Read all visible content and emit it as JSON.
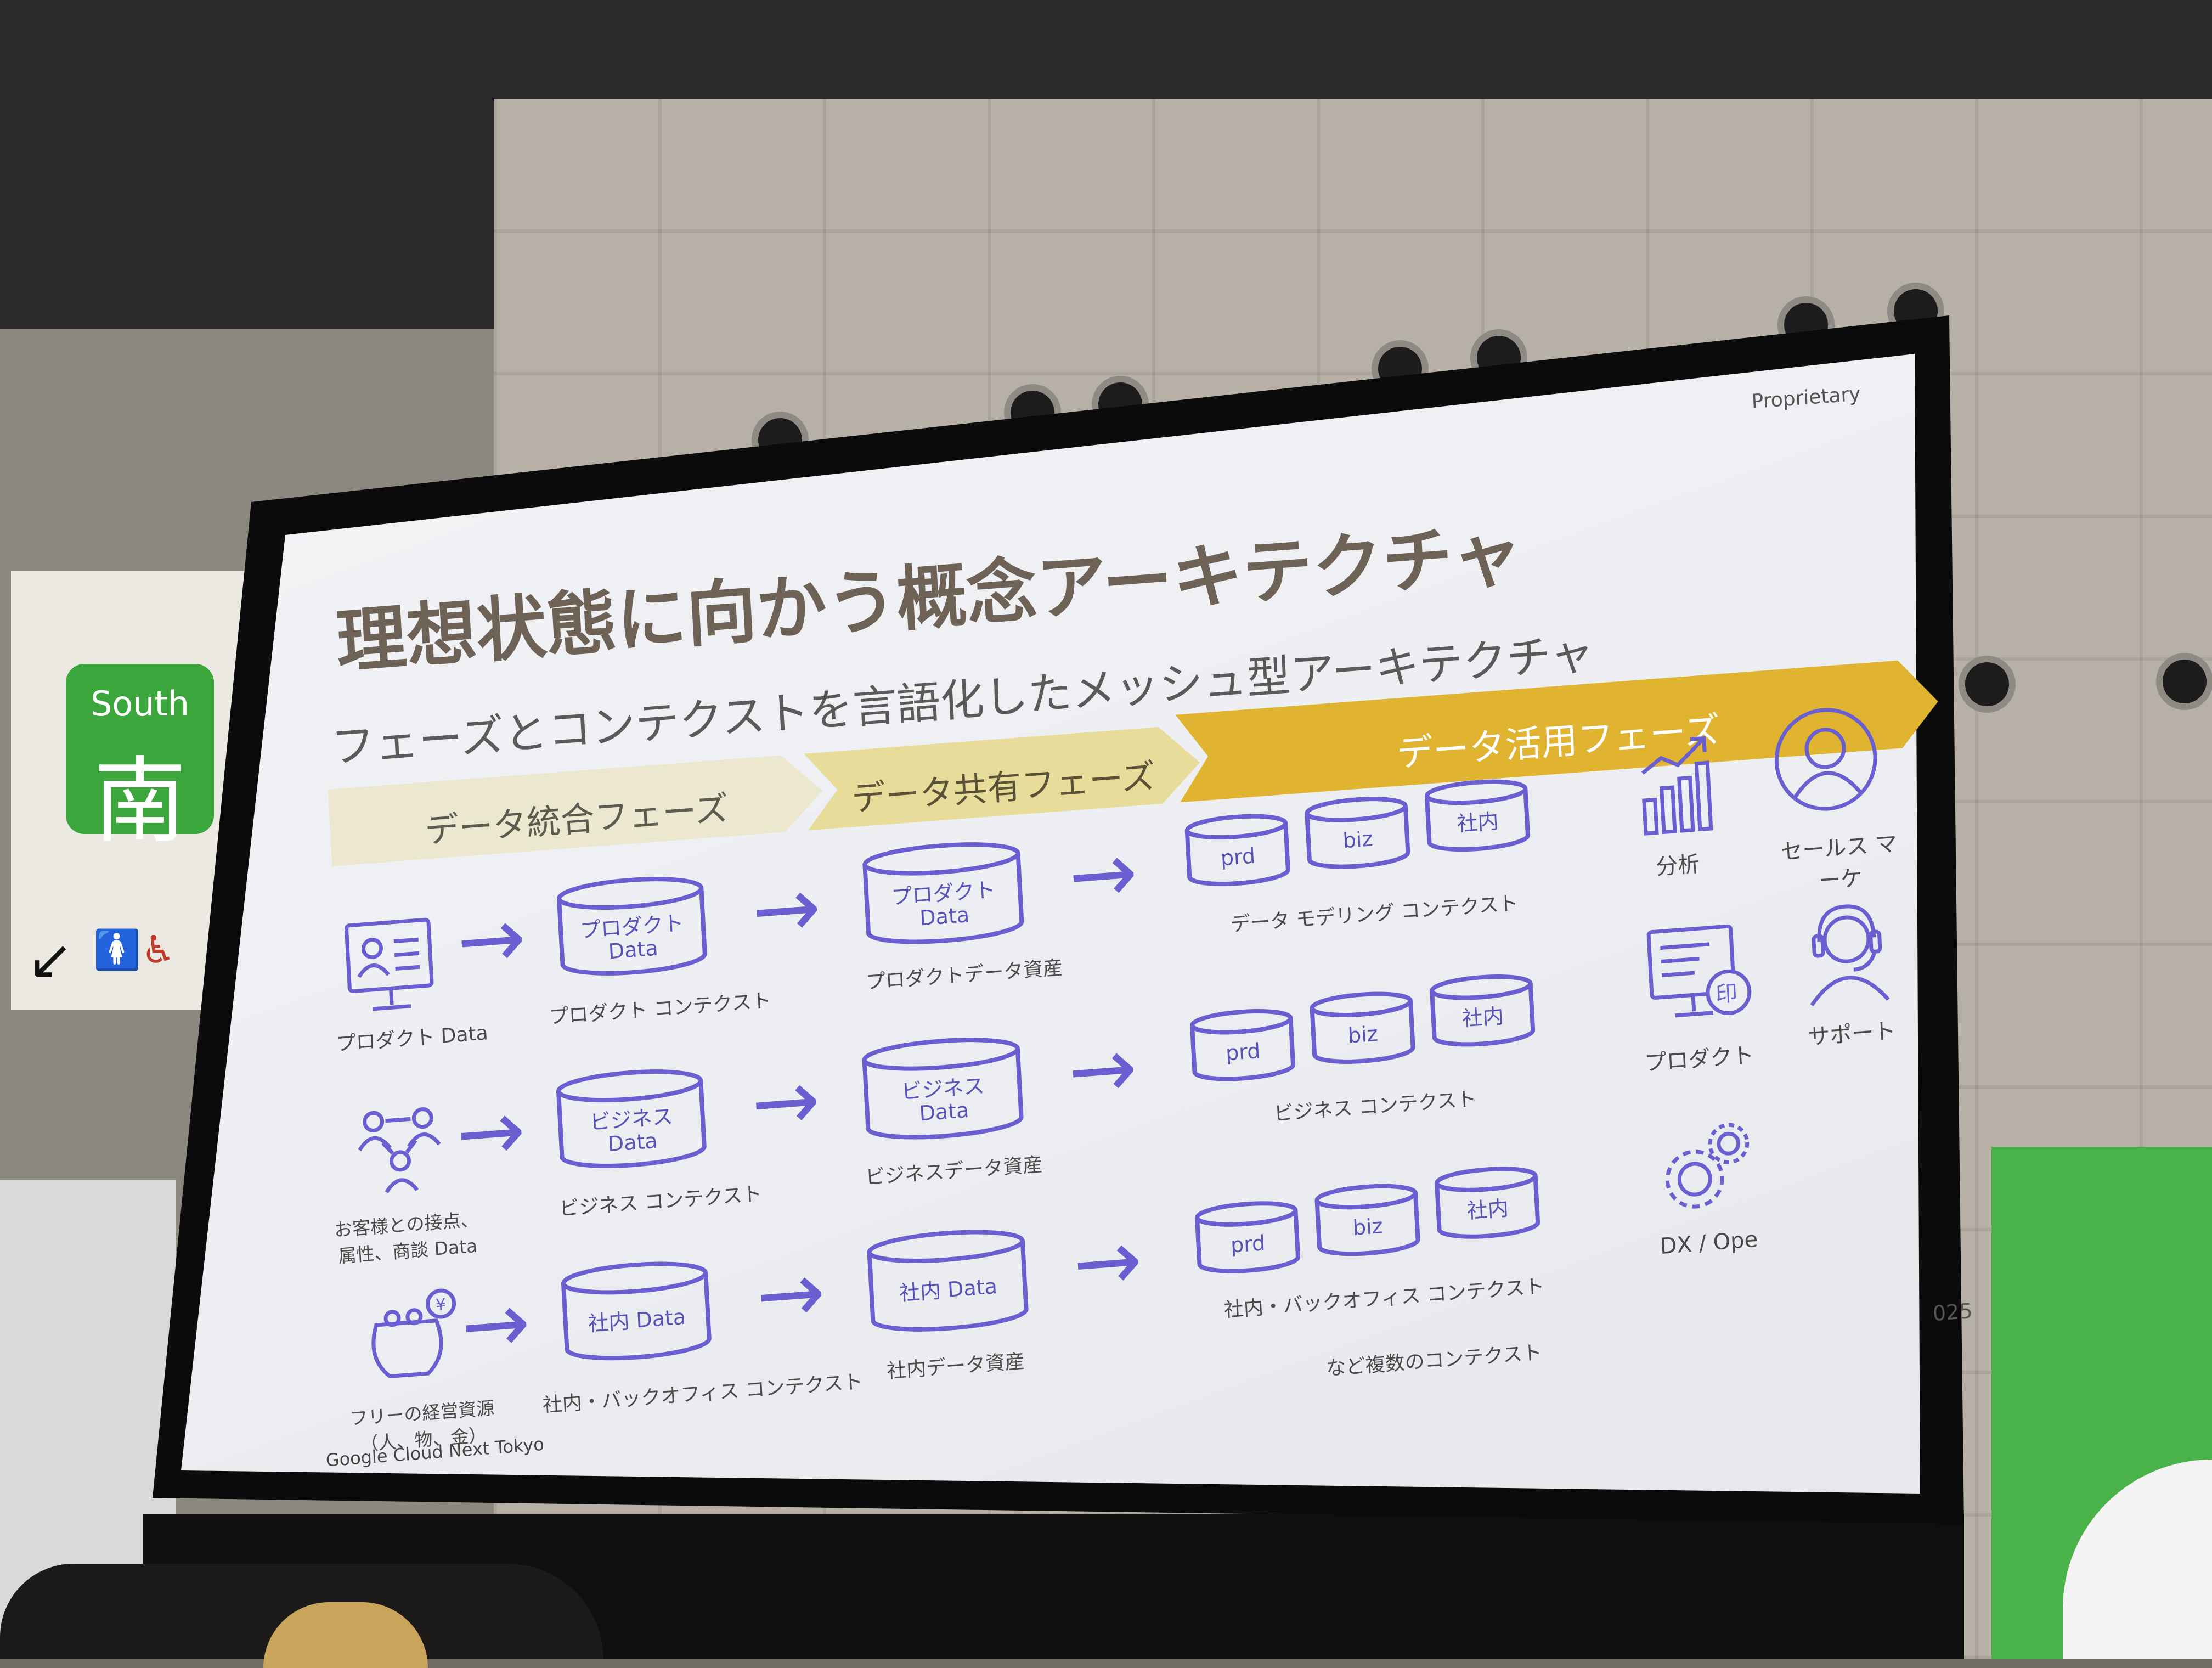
{
  "venue": {
    "sign_en": "South",
    "sign_ja": "南",
    "exit_arrow": "↙",
    "restroom_icons": "🚺♿"
  },
  "slide": {
    "proprietary": "Proprietary",
    "title": "理想状態に向かう概念アーキテクチャ",
    "subtitle": "フェーズとコンテクストを言語化したメッシュ型アーキテクチャ",
    "phases": [
      "データ統合フェーズ",
      "データ共有フェーズ",
      "データ活用フェーズ"
    ],
    "rows": [
      {
        "source_caption": "プロダクト Data",
        "context_db": [
          "プロダクト",
          "Data"
        ],
        "context_caption": "プロダクト コンテクスト",
        "asset_db": [
          "プロダクト",
          "Data"
        ],
        "asset_caption": "プロダクトデータ資産",
        "mesh": [
          "prd",
          "biz",
          "社内"
        ],
        "mesh_caption": "データ モデリング コンテクスト"
      },
      {
        "source_caption": "お客様との接点、属性、商談 Data",
        "context_db": [
          "ビジネス",
          "Data"
        ],
        "context_caption": "ビジネス コンテクスト",
        "asset_db": [
          "ビジネス",
          "Data"
        ],
        "asset_caption": "ビジネスデータ資産",
        "mesh": [
          "prd",
          "biz",
          "社内"
        ],
        "mesh_caption": "ビジネス コンテクスト"
      },
      {
        "source_caption": "フリーの経営資源（人、物、金）",
        "context_db": [
          "社内 Data",
          ""
        ],
        "context_caption": "社内・バックオフィス コンテクスト",
        "asset_db": [
          "社内 Data",
          ""
        ],
        "asset_caption": "社内データ資産",
        "mesh": [
          "prd",
          "biz",
          "社内"
        ],
        "mesh_caption": "社内・バックオフィス コンテクスト"
      }
    ],
    "more_contexts": "など複数のコンテクスト",
    "use_cases": [
      {
        "label": "分析",
        "icon": "bar-chart-icon"
      },
      {
        "label": "セールス マーケ",
        "icon": "person-icon"
      },
      {
        "label": "プロダクト",
        "icon": "monitor-stamp-icon"
      },
      {
        "label": "サポート",
        "icon": "headset-icon"
      },
      {
        "label": "DX / Ope",
        "icon": "gears-icon"
      }
    ],
    "footer": "Google Cloud Next Tokyo",
    "page_number": "025",
    "accent_color": "#6a5fd0",
    "phase_colors": [
      "#ece7cf",
      "#e7dc9a",
      "#e0b430"
    ]
  }
}
